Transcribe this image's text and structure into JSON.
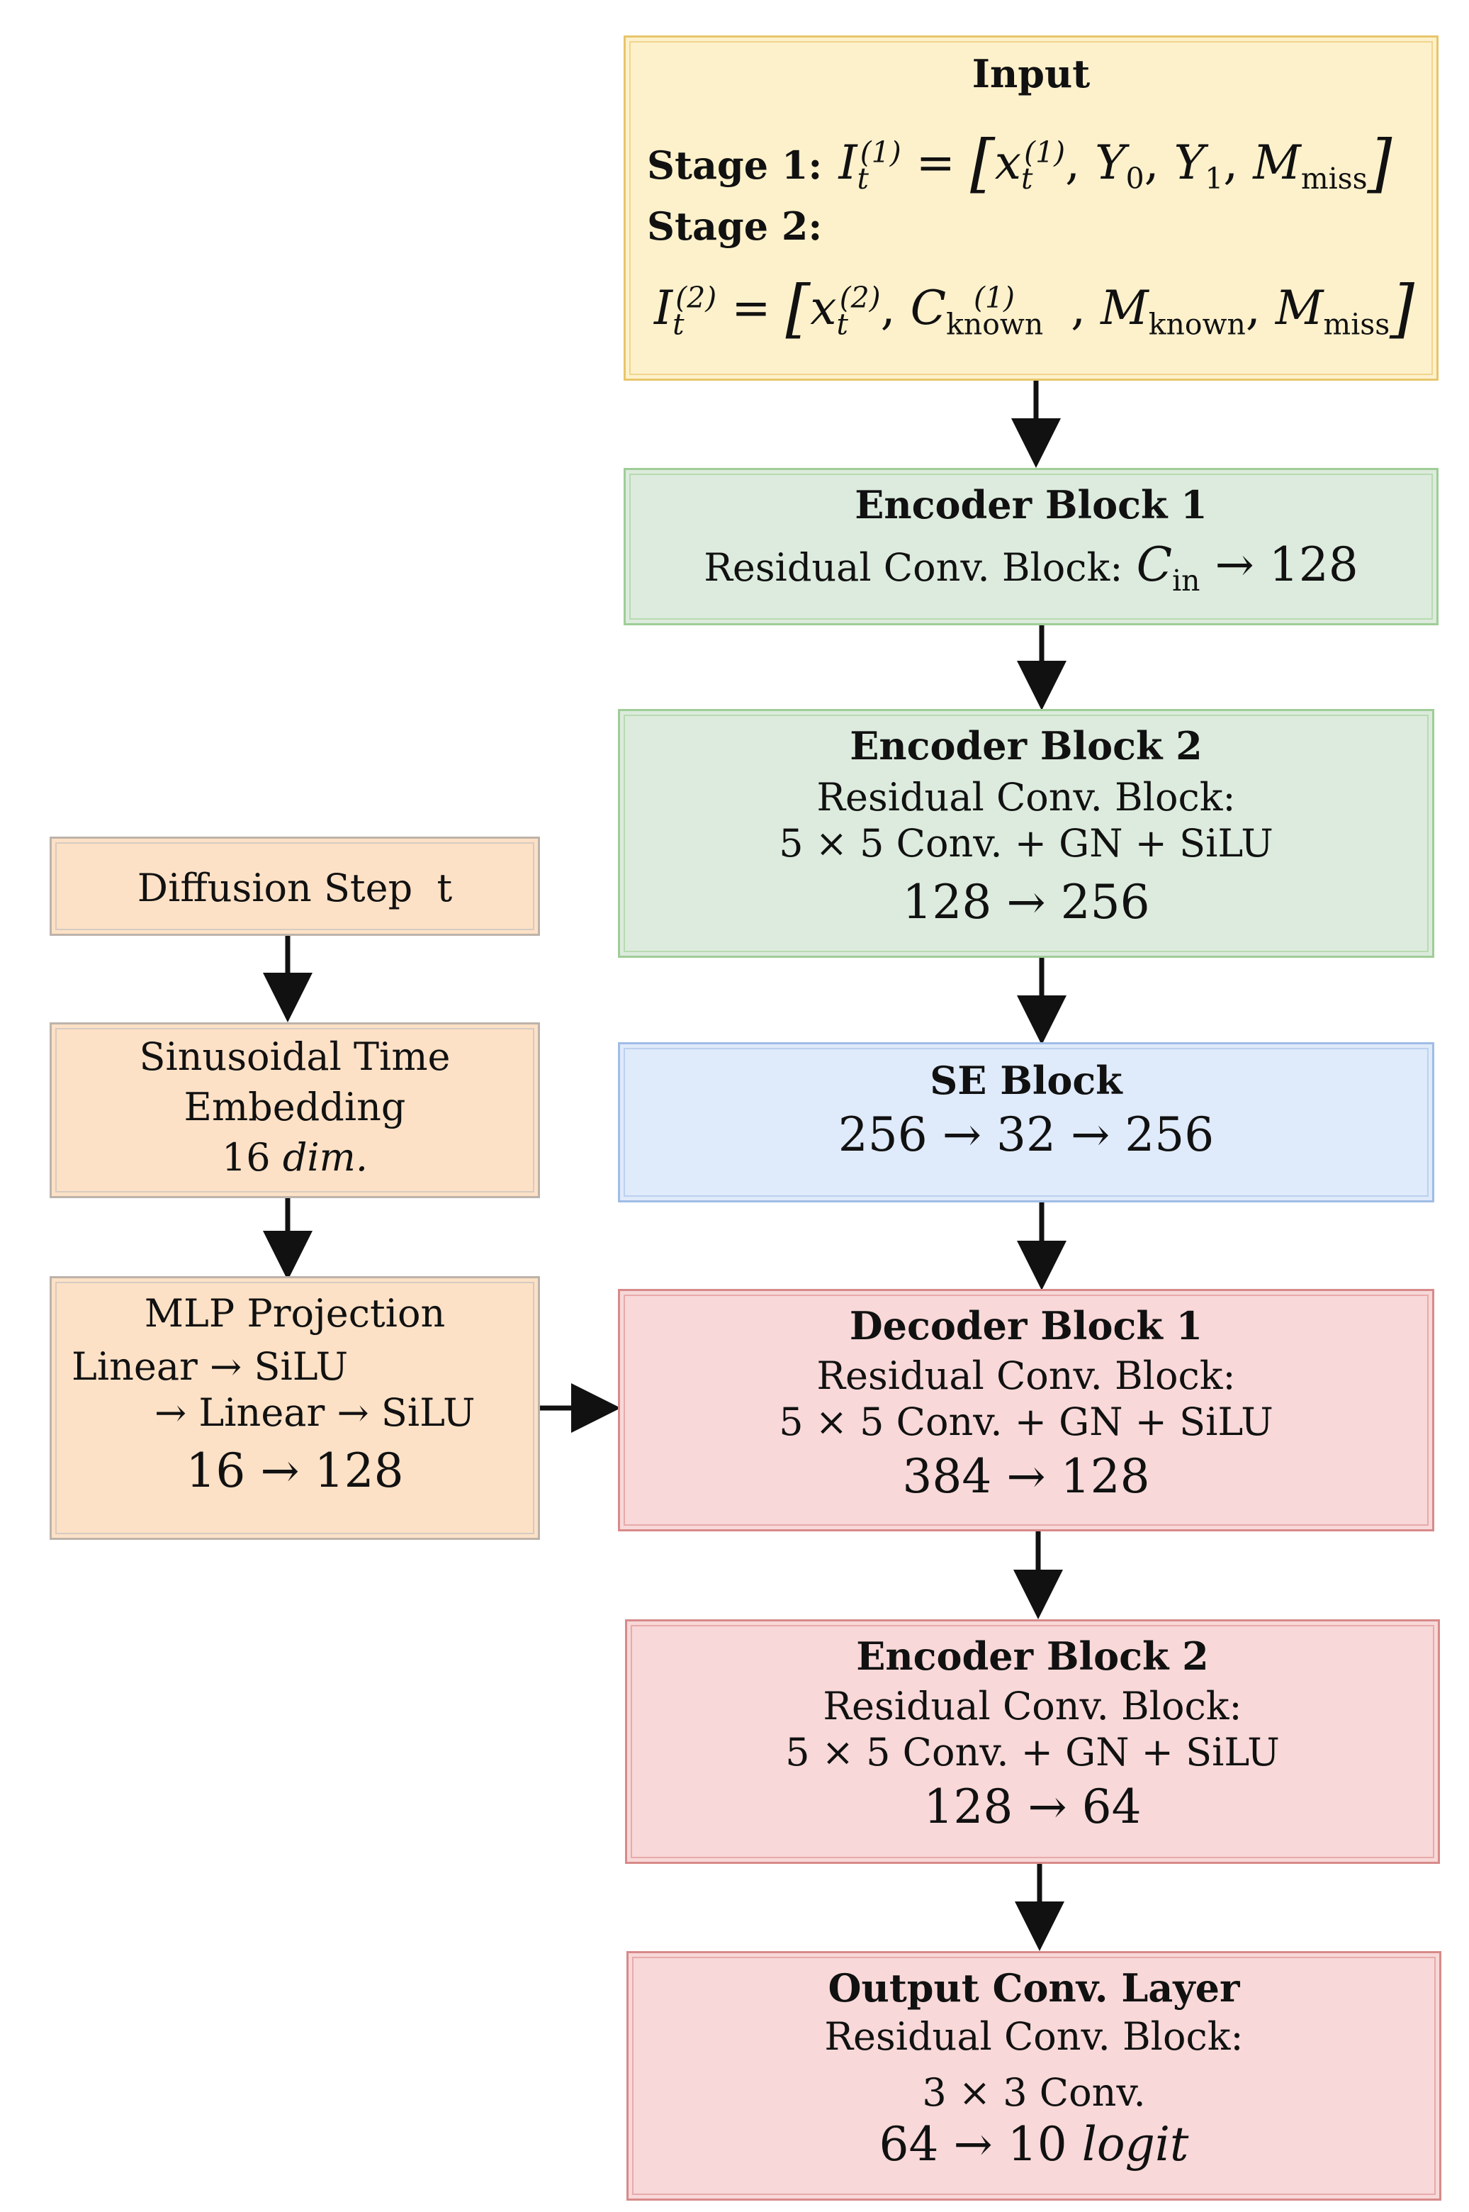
{
  "input": {
    "title": "Input",
    "stage1_label": "Stage 1:",
    "stage1_lhs": "I",
    "stage1_lhs_sup": "(1)",
    "stage1_terms": [
      "x",
      "Y",
      "Y",
      "M"
    ],
    "stage2_label": "Stage 2:",
    "stage2_lhs": "I",
    "stage2_lhs_sup": "(2)",
    "sub_t": "t",
    "sup_1": "(1)",
    "sup_2": "(2)",
    "sub_0": "0",
    "sub_1": "1",
    "sub_miss": "miss",
    "sub_known": "known",
    "sym_x": "x",
    "sym_C": "C",
    "sym_M": "M",
    "sym_Y": "Y",
    "eq": "=",
    "comma": ","
  },
  "encoder1": {
    "title": "Encoder Block 1",
    "line": "Residual Conv. Block:",
    "math_sym": "C",
    "math_sub": "in",
    "math_rest": "→ 128"
  },
  "encoder2": {
    "title": "Encoder Block 2",
    "line1": "Residual Conv. Block:",
    "line2": "5 × 5 Conv. + GN + SiLU",
    "math": "128 → 256"
  },
  "se": {
    "title": "SE Block",
    "math": "256 → 32 → 256"
  },
  "decoder1": {
    "title": "Decoder Block 1",
    "line1": "Residual Conv. Block:",
    "line2": "5 × 5 Conv. + GN + SiLU",
    "math": "384 → 128"
  },
  "encoder2b": {
    "title": "Encoder Block 2",
    "line1": "Residual Conv. Block:",
    "line2": "5 × 5 Conv. + GN + SiLU",
    "math": "128 → 64"
  },
  "output": {
    "title": "Output Conv. Layer",
    "line1": "Residual Conv. Block:",
    "line2": "3 × 3 Conv.",
    "math": "64 → 10",
    "math_it": "logit"
  },
  "diffusion": {
    "label": "Diffusion Step  t"
  },
  "sinusoidal": {
    "line1": "Sinusoidal Time",
    "line2": "Embedding",
    "line3_num": "16",
    "line3_it": "dim."
  },
  "mlp": {
    "title": "MLP Projection",
    "line1": "Linear → SiLU",
    "line2": "→ Linear → SiLU",
    "math": "16 → 128"
  },
  "colors": {
    "input": "#fdf1cc",
    "encoder": "#dcebdd",
    "se": "#dfeafa",
    "decoder": "#f8d8d8",
    "time": "#fde1c6",
    "arrow": "#111111"
  }
}
